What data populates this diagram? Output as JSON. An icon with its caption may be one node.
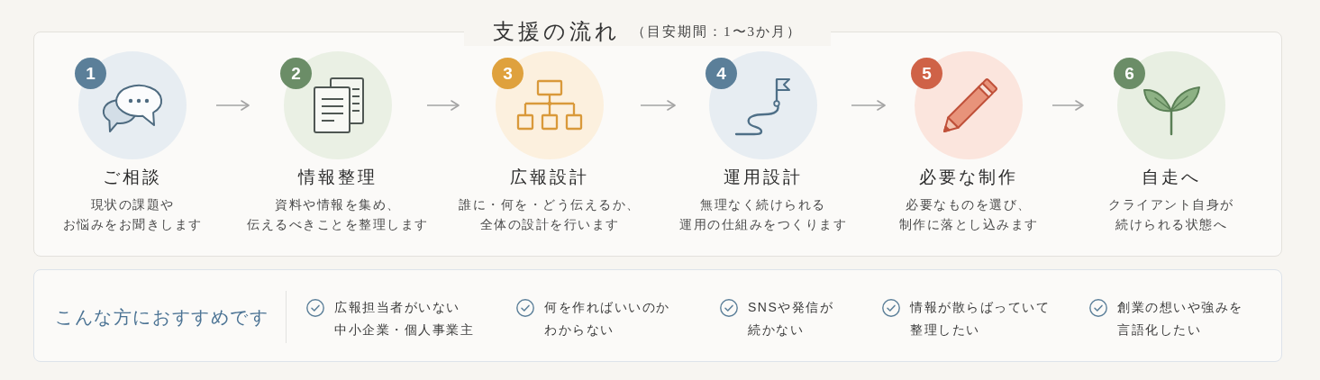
{
  "diagram": {
    "nodes": [
      {
        "text": [
          "支援の流れ",
          "（目安期間：1〜3か月）"
        ]
      },
      {
        "text": [
          "1",
          "ご相談",
          "現状の課題やお悩みをお聞きします"
        ],
        "in": 0
      },
      {
        "text": [
          "2",
          "情報整理",
          "資料や情報を集め、伝えるべきことを整理します"
        ],
        "in": 0
      },
      {
        "text": [
          "3",
          "広報設計",
          "誰に・何を・どう伝えるか、全体の設計を行います"
        ],
        "in": 0
      },
      {
        "text": [
          "4",
          "運用設計",
          "無理なく続けられる運用の仕組みをつくります"
        ],
        "in": 0
      },
      {
        "text": [
          "5",
          "必要な制作",
          "必要なものを選び、制作に落とし込みます"
        ],
        "in": 0
      },
      {
        "text": [
          "6",
          "自走へ",
          "クライアント自身が続けられる状態へ"
        ],
        "in": 0
      },
      {
        "text": [
          "こんな方におすすめです",
          "広報担当者がいない中小企業・個人事業主",
          "何を作ればいいのかわからない",
          "SNSや発信が続かない",
          "情報が散らばっていて整理したい",
          "創業の想いや強みを言語化したい"
        ]
      }
    ],
    "edges": [
      {
        "from": 1,
        "to": 2,
        "arrow": "to"
      },
      {
        "from": 2,
        "to": 3,
        "arrow": "to"
      },
      {
        "from": 3,
        "to": 4,
        "arrow": "to"
      },
      {
        "from": 4,
        "to": 5,
        "arrow": "to"
      },
      {
        "from": 5,
        "to": 6,
        "arrow": "to"
      }
    ]
  }
}
